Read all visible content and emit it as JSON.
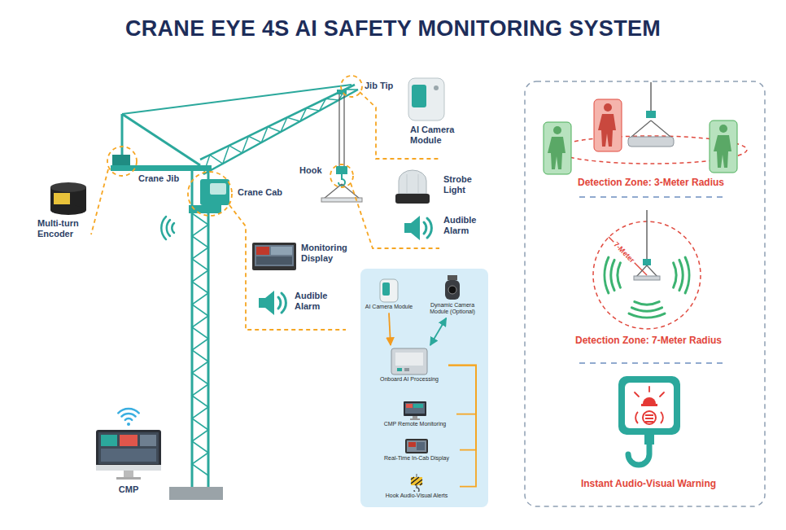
{
  "diagram": {
    "title": "CRANE EYE 4S AI SAFETY MONITORING SYSTEM",
    "nodes": [
      {
        "text": [
          "AI Camera Module"
        ]
      },
      {
        "text": [
          "Dynamic Camera Module (Optional)"
        ]
      },
      {
        "text": [
          "Onboard AI Processing"
        ]
      },
      {
        "text": [
          "CMP Remote Monitoring"
        ]
      },
      {
        "text": [
          "Real-Time In-Cab Display"
        ]
      },
      {
        "text": [
          "Hook Audio-Visual Alerts"
        ]
      }
    ],
    "edges": [
      {
        "from": 0,
        "to": 2,
        "arrow": "to"
      },
      {
        "from": 1,
        "to": 2,
        "arrow": "both"
      },
      {
        "from": 2,
        "to": 3,
        "arrow": "none"
      },
      {
        "from": 2,
        "to": 4,
        "arrow": "none"
      },
      {
        "from": 2,
        "to": 5,
        "arrow": "none"
      }
    ],
    "labels": [
      "Jib Tip",
      "AI Camera Module",
      "Crane Jib",
      "Hook",
      "Crane Cab",
      "Strobe Light",
      "Multi-turn Encoder",
      "Audible Alarm",
      "Monitoring Display",
      "Audible Alarm",
      "CMP",
      "Detection Zone: 3-Meter Radius",
      "7-Meter",
      "Detection Zone: 7-Meter Radius",
      "Instant Audio-Visual Warning"
    ]
  }
}
